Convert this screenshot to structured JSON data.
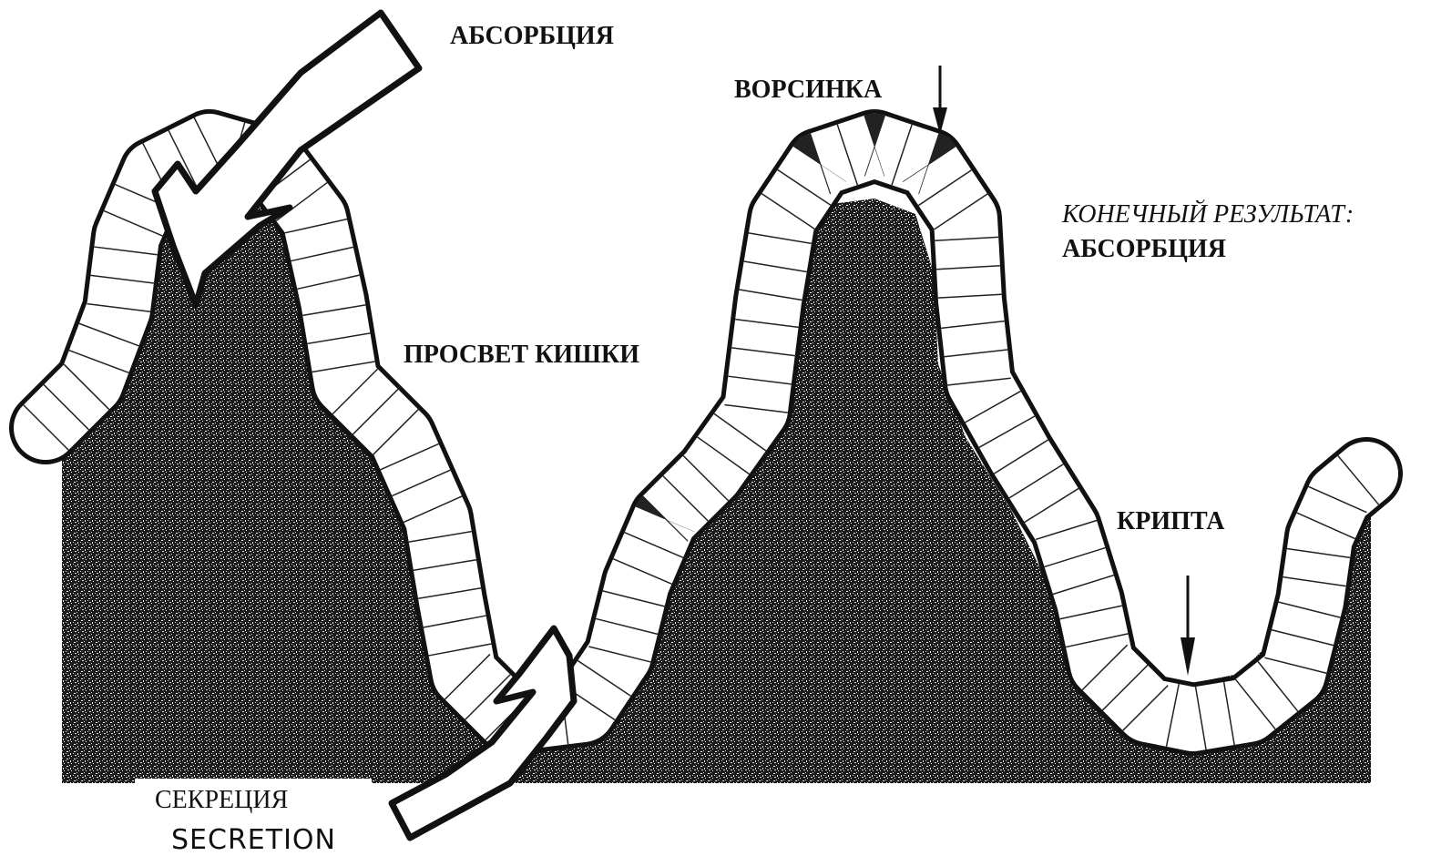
{
  "labels": {
    "absorption_top": "АБСОРБЦИЯ",
    "villus": "ВОРСИНКА",
    "end_result_line1": "КОНЕЧНЫЙ РЕЗУЛЬТАТ:",
    "end_result_line2": "АБСОРБЦИЯ",
    "lumen": "ПРОСВЕТ КИШКИ",
    "crypt": "КРИПТА",
    "secretion_ru": "СЕКРЕЦИЯ",
    "secretion_en": "SECRETION"
  },
  "colors": {
    "tissue": "#1a1a1a",
    "outline": "#111111",
    "epithelium": "#ffffff",
    "background": "#ffffff"
  }
}
